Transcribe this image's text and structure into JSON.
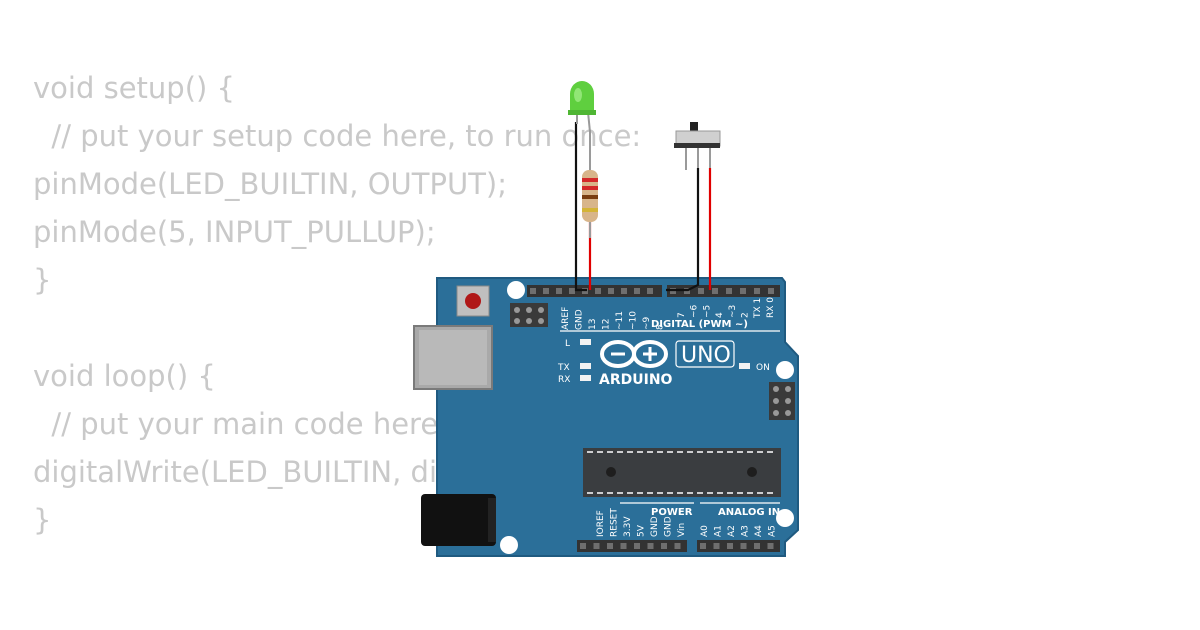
{
  "code": {
    "lines": [
      "void setup() {",
      "  // put your setup code here, to run once:",
      "pinMode(LED_BUILTIN, OUTPUT);",
      "pinMode(5, INPUT_PULLUP);",
      "}",
      "",
      "void loop() {",
      "  // put your main code here, to run repeatedly:",
      "digitalWrite(LED_BUILTIN, digitalRead(5));",
      "}"
    ]
  },
  "board": {
    "brand": "ARDUINO",
    "model": "UNO",
    "digital_header_label": "DIGITAL (PWM ~)",
    "power_label": "POWER",
    "analog_label": "ANALOG IN",
    "on_label": "ON",
    "l_label": "L",
    "tx_label": "TX",
    "rx_label": "RX",
    "digital_pins": [
      "AREF",
      "GND",
      "13",
      "12",
      "~11",
      "~10",
      "~9",
      "8",
      "7",
      "~6",
      "~5",
      "4",
      "~3",
      "2",
      "TX 1",
      "RX 0"
    ],
    "power_pins": [
      "IOREF",
      "RESET",
      "3.3V",
      "5V",
      "GND",
      "GND",
      "Vin"
    ],
    "analog_pins": [
      "A0",
      "A1",
      "A2",
      "A3",
      "A4",
      "A5"
    ]
  },
  "colors": {
    "board": "#2b6f99",
    "board_edge": "#1f5a80",
    "header": "#333333",
    "wire_black": "#111111",
    "wire_red": "#e00000",
    "led": "#5fcf3f",
    "code_text": "#c9c9c9"
  }
}
